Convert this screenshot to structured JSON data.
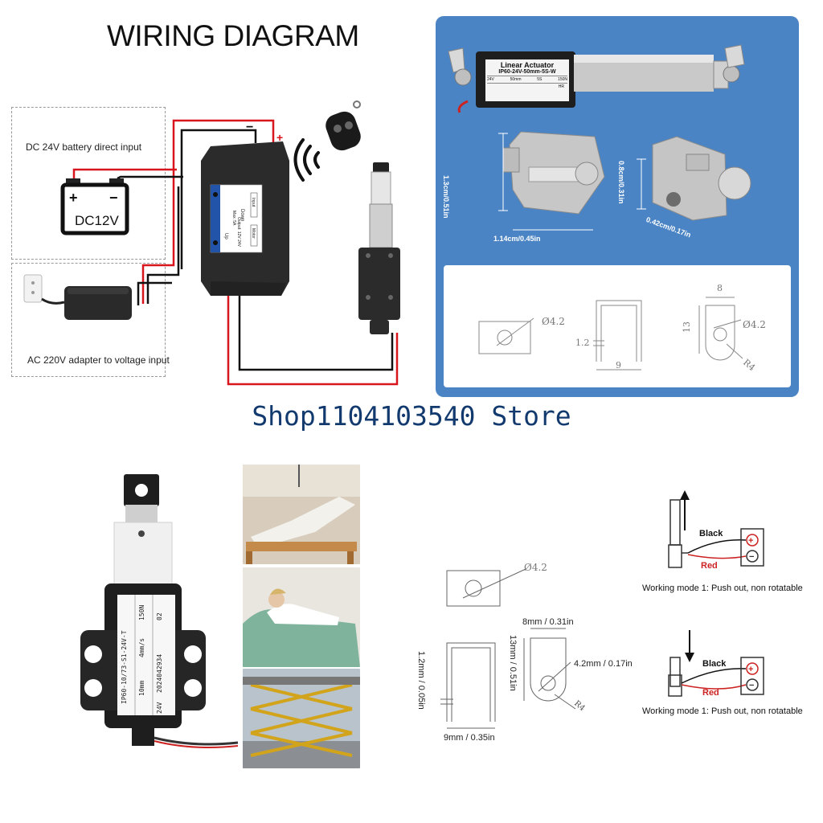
{
  "wiring": {
    "title": "WIRING DIAGRAM",
    "battery_label": "DC 24V battery direct input",
    "battery_badge": "DC12V",
    "battery_plus": "+",
    "battery_minus": "−",
    "adapter_label": "AC 220V adapter to voltage input",
    "terminal_minus": "−",
    "terminal_plus": "+",
    "controller_text": [
      "Down",
      "Input",
      "Up",
      "Motor",
      "Max: 5A",
      "Output: 12V 24V"
    ]
  },
  "dimensions_panel": {
    "actuator_label_title": "Linear Actuator",
    "actuator_label_spec": "IP60-24V-50mm-5S-W",
    "actuator_label_cells": [
      "24V",
      "50mm",
      "5S",
      "150N"
    ],
    "actuator_label_small": "HR",
    "dim_height_left": "1.3cm/0.51in",
    "dim_width_left": "1.14cm/0.45in",
    "dim_height_right": "0.8cm/0.31in",
    "dim_hole_right": "0.42cm/0.17in",
    "drawing_hole": "Ø4.2",
    "drawing_thickness": "1.2",
    "drawing_width": "9",
    "drawing_top": "8",
    "drawing_height": "13",
    "drawing_hole2": "Ø4.2",
    "drawing_radius": "R4"
  },
  "store": {
    "name": "Shop1104103540 Store"
  },
  "product": {
    "label_lines": [
      "IP60-10/73-S1-24V-T",
      "150N",
      "02",
      "10mm",
      "4mm/s",
      "24V",
      "2024042934"
    ]
  },
  "bottom_drawing": {
    "hole": "Ø4.2",
    "top_width": "8mm / 0.31in",
    "height": "13mm / 0.51in",
    "hole_mm": "4.2mm / 0.17in",
    "thickness": "1.2mm / 0.05in",
    "width": "9mm / 0.35in",
    "radius": "R4"
  },
  "modes": {
    "black": "Black",
    "red": "Red",
    "mode1": "Working mode 1: Push out, non rotatable",
    "mode2": "Working mode 1: Push out, non rotatable"
  },
  "colors": {
    "blue_panel": "#4b84c4",
    "wire_red": "#d8141c",
    "wire_black": "#111111",
    "store_text": "#123a6e"
  }
}
